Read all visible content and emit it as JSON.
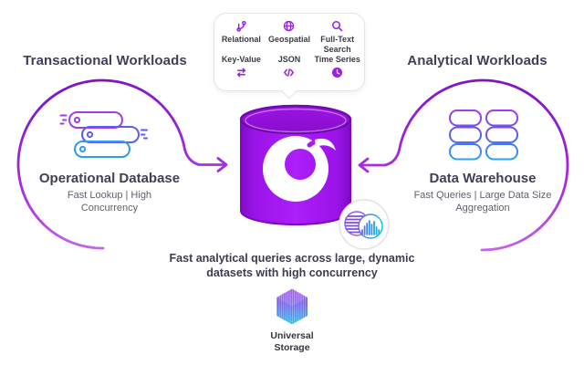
{
  "diagram": {
    "capabilities": [
      {
        "label": "Relational",
        "icon": "git-branch-icon"
      },
      {
        "label": "Geospatial",
        "icon": "globe-icon"
      },
      {
        "label": "Full-Text Search",
        "icon": "search-icon"
      },
      {
        "label": "Key-Value",
        "icon": "swap-arrows-icon"
      },
      {
        "label": "JSON",
        "icon": "code-icon"
      },
      {
        "label": "Time Series",
        "icon": "clock-icon"
      }
    ],
    "left": {
      "heading": "Transactional Workloads",
      "title": "Operational Database",
      "subtitle": [
        "Fast Lookup |  High",
        "Concurrency"
      ]
    },
    "right": {
      "heading": "Analytical Workloads",
      "title": "Data Warehouse",
      "subtitle": [
        "Fast Queries |  Large Data Size",
        "Aggregation"
      ]
    },
    "caption": [
      "Fast analytical queries across large, dynamic",
      "datasets with high concurrency"
    ],
    "storage": {
      "label": [
        "Universal",
        "Storage"
      ]
    },
    "colors": {
      "accent_purple": "#9A1FE0",
      "cylinder_purple": "#A517F2",
      "arc_top": "#7F14C6",
      "arc_tail": "#C468EA",
      "icon_indigo": "#5E5BF2",
      "icon_blue": "#27A6F0",
      "heading_text": "#3F3F57",
      "subtitle_text": "#5E5E70"
    }
  }
}
